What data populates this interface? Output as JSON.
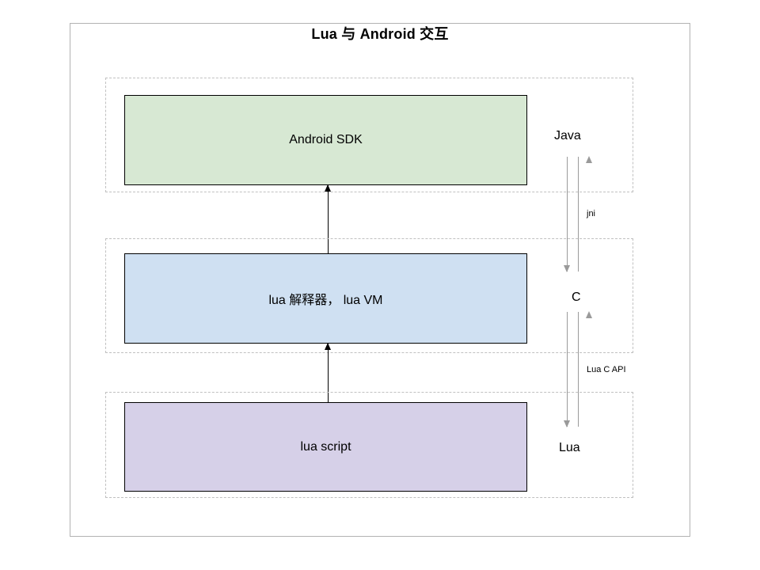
{
  "diagram": {
    "title": "Lua 与 Android 交互",
    "layers": [
      {
        "id": "java",
        "box_label": "Android SDK",
        "stack_label": "Java",
        "fill_color": "#d7e8d3"
      },
      {
        "id": "c",
        "box_label": "lua 解释器， lua VM",
        "stack_label": "C",
        "fill_color": "#cfe0f2"
      },
      {
        "id": "lua",
        "box_label": "lua script",
        "stack_label": "Lua",
        "fill_color": "#d6d0e8"
      }
    ],
    "edges": [
      {
        "id": "jni",
        "label": "jni",
        "from": "java",
        "to": "c",
        "arrow_color": "#9a9a9a"
      },
      {
        "id": "lua-c-api",
        "label": "Lua C API",
        "from": "c",
        "to": "lua",
        "arrow_color": "#9a9a9a"
      }
    ],
    "connectors": [
      {
        "id": "vm-to-sdk",
        "direction": "up",
        "color": "#000000"
      },
      {
        "id": "script-to-vm",
        "direction": "up",
        "color": "#000000"
      }
    ],
    "frame_border_color": "#b3b3b3",
    "band_border_color": "#c0c0c0"
  }
}
